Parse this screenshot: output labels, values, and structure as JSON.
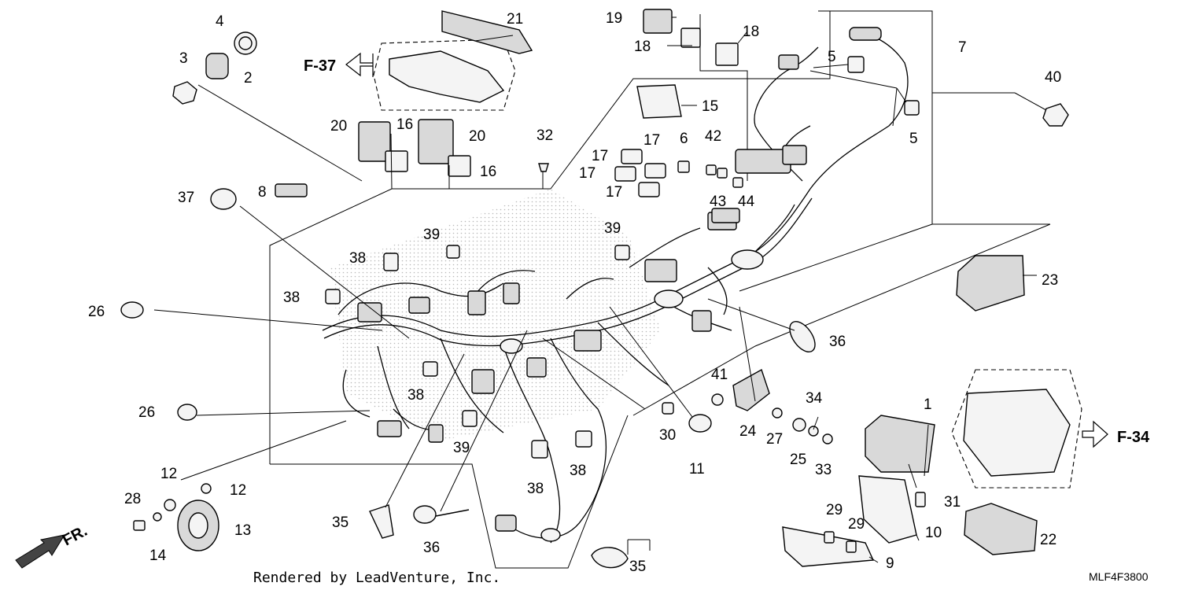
{
  "diagram": {
    "part_labels": [
      "1",
      "2",
      "3",
      "4",
      "5",
      "5",
      "6",
      "7",
      "8",
      "9",
      "10",
      "11",
      "12",
      "12",
      "13",
      "14",
      "15",
      "16",
      "16",
      "17",
      "17",
      "17",
      "17",
      "18",
      "18",
      "19",
      "20",
      "20",
      "21",
      "22",
      "23",
      "24",
      "25",
      "26",
      "26",
      "27",
      "28",
      "29",
      "29",
      "30",
      "31",
      "32",
      "33",
      "34",
      "35",
      "35",
      "36",
      "36",
      "37",
      "38",
      "38",
      "38",
      "38",
      "38",
      "39",
      "39",
      "39",
      "40",
      "41",
      "42",
      "43",
      "44"
    ],
    "refs": {
      "f37": "F-37",
      "f34": "F-34",
      "front": "FR."
    },
    "footer": {
      "credit": "Rendered by LeadVenture, Inc.",
      "code": "MLF4F3800"
    }
  }
}
